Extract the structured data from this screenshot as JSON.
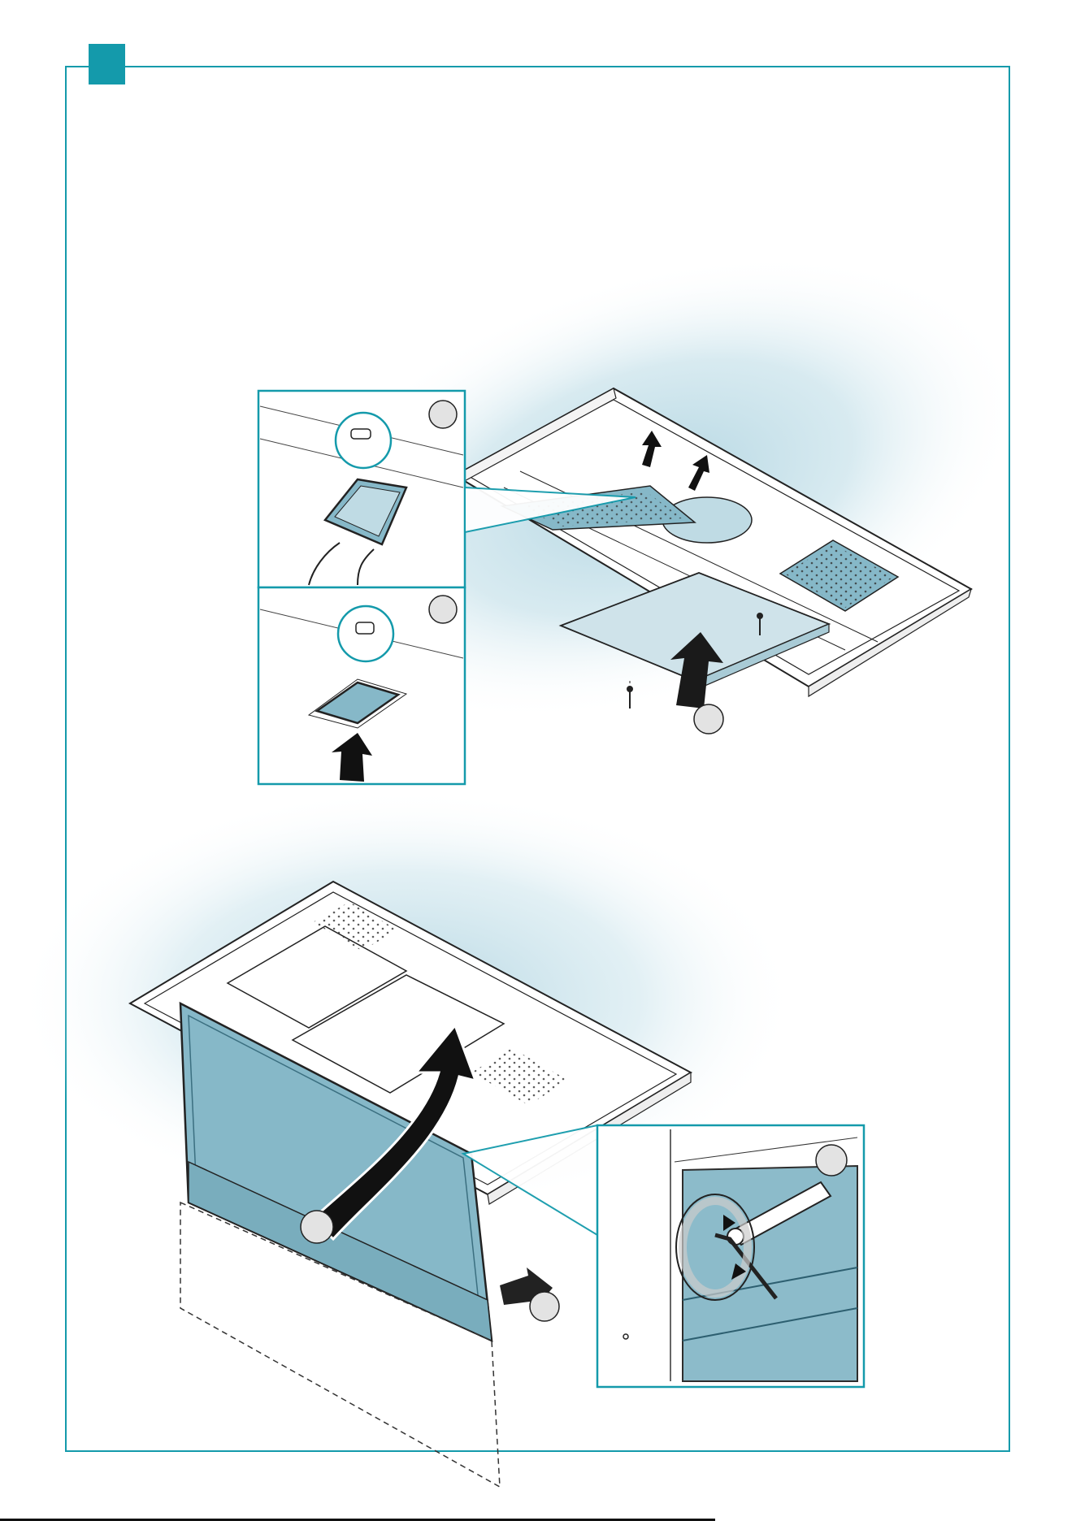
{
  "colors": {
    "accent": "#149aab",
    "panel_fill": "#86b8c8",
    "panel_light": "#bfdbe4",
    "glow": "#b9dbe6",
    "arrow": "#111111",
    "callout": "#e3e3e3"
  },
  "icons": [
    "curved-arrow-icon",
    "straight-arrow-icon",
    "rotation-arrow-icon",
    "screw-icon",
    "hex-key-icon"
  ],
  "figures": [
    {
      "name": "filter-installation-figure",
      "callouts": 3
    },
    {
      "name": "front-panel-installation-figure",
      "callouts": 3
    }
  ]
}
